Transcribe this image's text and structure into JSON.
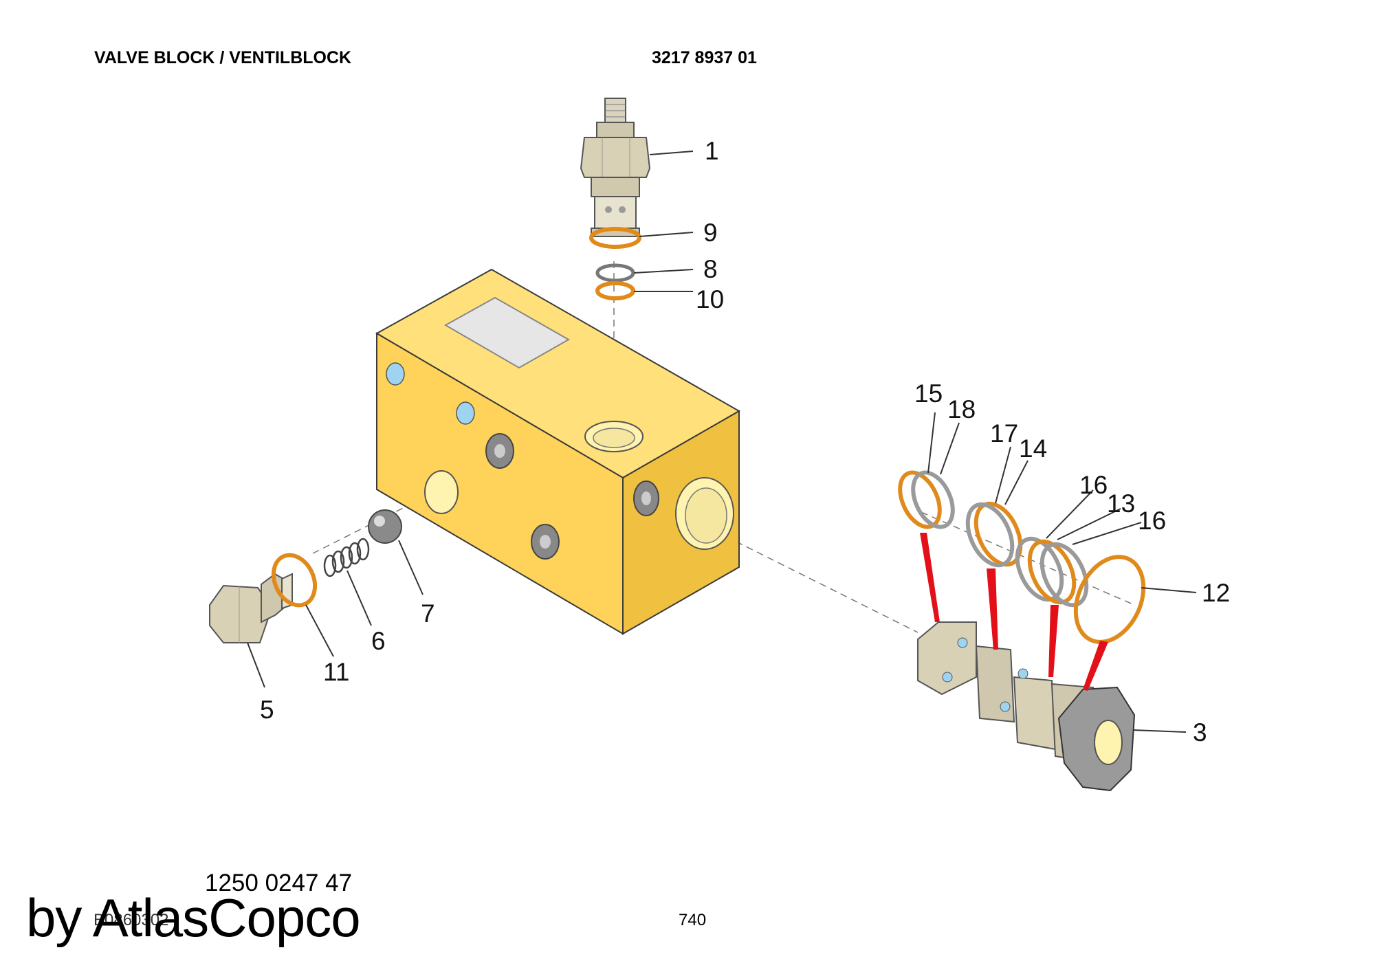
{
  "header": {
    "title": "VALVE BLOCK / VENTILBLOCK",
    "part_number": "3217 8937 01"
  },
  "callouts": {
    "c1": "1",
    "c9": "9",
    "c8": "8",
    "c10": "10",
    "c15": "15",
    "c18": "18",
    "c17": "17",
    "c14": "14",
    "c16a": "16",
    "c13": "13",
    "c16b": "16",
    "c12": "12",
    "c3": "3",
    "c7": "7",
    "c6": "6",
    "c11": "11",
    "c5": "5"
  },
  "footer": {
    "doc_number": "1250 0247 47",
    "brand": "by AtlasCopco",
    "image_code": "B0860302",
    "page": "740"
  },
  "colors": {
    "block": "#ffd35a",
    "oring": "#e08a1c",
    "backup_ring": "#9a9a9a",
    "arrow": "#e3101a",
    "port": "#9ed4f2"
  }
}
